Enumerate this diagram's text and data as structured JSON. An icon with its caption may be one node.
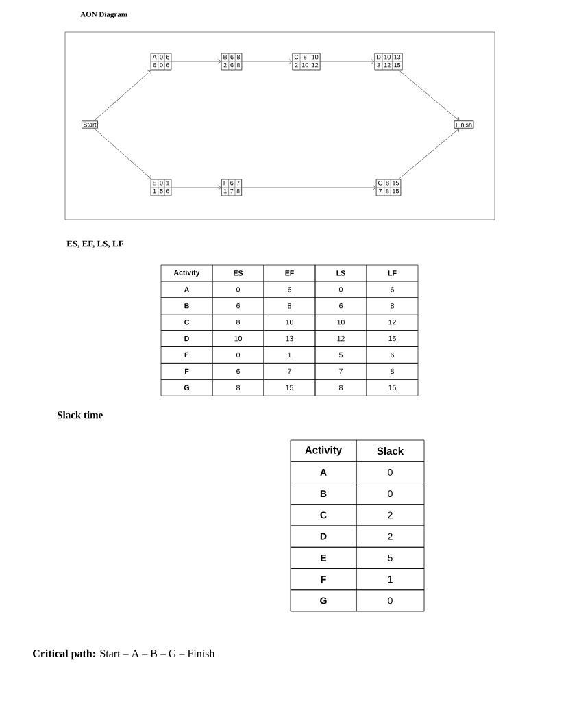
{
  "diagram": {
    "title": "AON Diagram",
    "nodes": [
      {
        "text": [
          "Start"
        ]
      },
      {
        "text": [
          "A",
          "0",
          "6",
          "6",
          "0",
          "6"
        ]
      },
      {
        "text": [
          "B",
          "6",
          "8",
          "2",
          "6",
          "8"
        ]
      },
      {
        "text": [
          "C",
          "8",
          "10",
          "2",
          "10",
          "12"
        ]
      },
      {
        "text": [
          "D",
          "10",
          "13",
          "3",
          "12",
          "15"
        ]
      },
      {
        "text": [
          "E",
          "0",
          "1",
          "1",
          "5",
          "6"
        ]
      },
      {
        "text": [
          "F",
          "6",
          "7",
          "1",
          "7",
          "8"
        ]
      },
      {
        "text": [
          "G",
          "8",
          "15",
          "7",
          "8",
          "15"
        ]
      },
      {
        "text": [
          "Finish"
        ]
      }
    ],
    "edges": [
      {
        "from": 0,
        "to": 1,
        "arrow": "to"
      },
      {
        "from": 1,
        "to": 2,
        "arrow": "to"
      },
      {
        "from": 2,
        "to": 3,
        "arrow": "to"
      },
      {
        "from": 3,
        "to": 4,
        "arrow": "to"
      },
      {
        "from": 4,
        "to": 8,
        "arrow": "to"
      },
      {
        "from": 0,
        "to": 5,
        "arrow": "to"
      },
      {
        "from": 5,
        "to": 6,
        "arrow": "to"
      },
      {
        "from": 6,
        "to": 7,
        "arrow": "to"
      },
      {
        "from": 7,
        "to": 8,
        "arrow": "to"
      }
    ],
    "labels": [
      "ES, EF, LS, LF",
      "Activity",
      "ES",
      "EF",
      "LS",
      "LF",
      "A",
      "0",
      "6",
      "0",
      "6",
      "B",
      "6",
      "8",
      "6",
      "8",
      "C",
      "8",
      "10",
      "10",
      "12",
      "D",
      "10",
      "13",
      "12",
      "15",
      "E",
      "0",
      "1",
      "5",
      "6",
      "F",
      "6",
      "7",
      "7",
      "8",
      "G",
      "8",
      "15",
      "8",
      "15",
      "Slack time",
      "Activity",
      "Slack",
      "A",
      "0",
      "B",
      "0",
      "C",
      "2",
      "D",
      "2",
      "E",
      "5",
      "F",
      "1",
      "G",
      "0",
      "**Critical path:** Start – A – B – G – Finish"
    ]
  }
}
